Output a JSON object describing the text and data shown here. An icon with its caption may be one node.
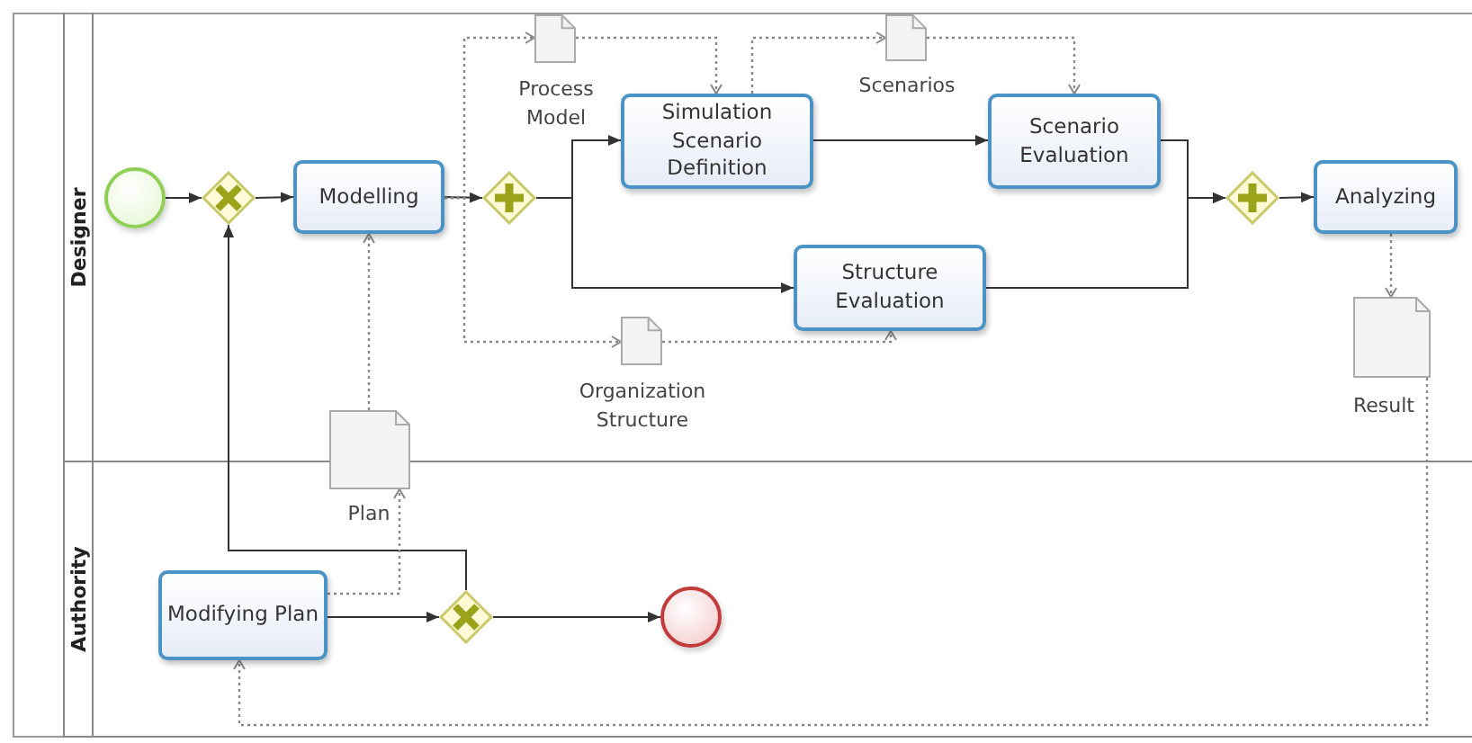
{
  "diagram": {
    "nodes": [
      {
        "text": [
          "Designer"
        ]
      },
      {
        "text": [
          "Authority"
        ]
      },
      {
        "text": [],
        "shape": "circle",
        "in": 0
      },
      {
        "text": [],
        "shape": "diamond",
        "in": 0
      },
      {
        "text": [
          "Modelling"
        ],
        "in": 0
      },
      {
        "text": [],
        "shape": "diamond",
        "in": 0
      },
      {
        "text": [
          "Simulation Scenario Definition"
        ],
        "in": 0
      },
      {
        "text": [
          "Scenario Evaluation"
        ],
        "in": 0
      },
      {
        "text": [
          "Structure Evaluation"
        ],
        "in": 0
      },
      {
        "text": [],
        "shape": "diamond",
        "in": 0
      },
      {
        "text": [
          "Analyzing"
        ],
        "in": 0
      },
      {
        "text": [],
        "shape": "document",
        "beside": [
          "Process Model"
        ],
        "in": 0
      },
      {
        "text": [],
        "shape": "document",
        "beside": [
          "Scenarios"
        ],
        "in": 0
      },
      {
        "text": [],
        "shape": "document",
        "beside": [
          "Organization Structure"
        ],
        "in": 0
      },
      {
        "text": [],
        "shape": "document",
        "beside": [
          "Result"
        ],
        "in": 0
      },
      {
        "text": [],
        "shape": "document",
        "beside": [
          "Plan"
        ]
      },
      {
        "text": [
          "Modifying Plan"
        ],
        "in": 1
      },
      {
        "text": [],
        "shape": "diamond",
        "in": 1
      },
      {
        "text": [],
        "shape": "circle",
        "in": 1
      }
    ],
    "edges": [
      {
        "from": 2,
        "to": 3,
        "arrow": "to"
      },
      {
        "from": 3,
        "to": 4,
        "arrow": "to"
      },
      {
        "from": 4,
        "to": 5,
        "arrow": "to"
      },
      {
        "from": 5,
        "to": 6,
        "arrow": "to"
      },
      {
        "from": 5,
        "to": 8,
        "arrow": "to"
      },
      {
        "from": 6,
        "to": 7,
        "arrow": "to"
      },
      {
        "from": 7,
        "to": 9,
        "arrow": "to"
      },
      {
        "from": 8,
        "to": 9,
        "arrow": "to"
      },
      {
        "from": 9,
        "to": 10,
        "arrow": "to"
      },
      {
        "from": 16,
        "to": 17,
        "arrow": "to"
      },
      {
        "from": 17,
        "to": 18,
        "arrow": "to"
      },
      {
        "from": 17,
        "to": 3,
        "arrow": "to"
      },
      {
        "from": 4,
        "to": 11,
        "arrow": "to",
        "style": "dashed"
      },
      {
        "from": 11,
        "to": 6,
        "arrow": "to",
        "style": "dashed"
      },
      {
        "from": 6,
        "to": 12,
        "arrow": "to",
        "style": "dashed"
      },
      {
        "from": 12,
        "to": 7,
        "arrow": "to",
        "style": "dashed"
      },
      {
        "from": 4,
        "to": 13,
        "arrow": "to",
        "style": "dashed"
      },
      {
        "from": 13,
        "to": 8,
        "arrow": "to",
        "style": "dashed"
      },
      {
        "from": 10,
        "to": 14,
        "arrow": "to",
        "style": "dashed"
      },
      {
        "from": 14,
        "to": 16,
        "arrow": "to",
        "style": "dashed"
      },
      {
        "from": 16,
        "to": 15,
        "arrow": "to",
        "style": "dashed"
      },
      {
        "from": 15,
        "to": 4,
        "arrow": "to",
        "style": "dashed"
      }
    ]
  }
}
